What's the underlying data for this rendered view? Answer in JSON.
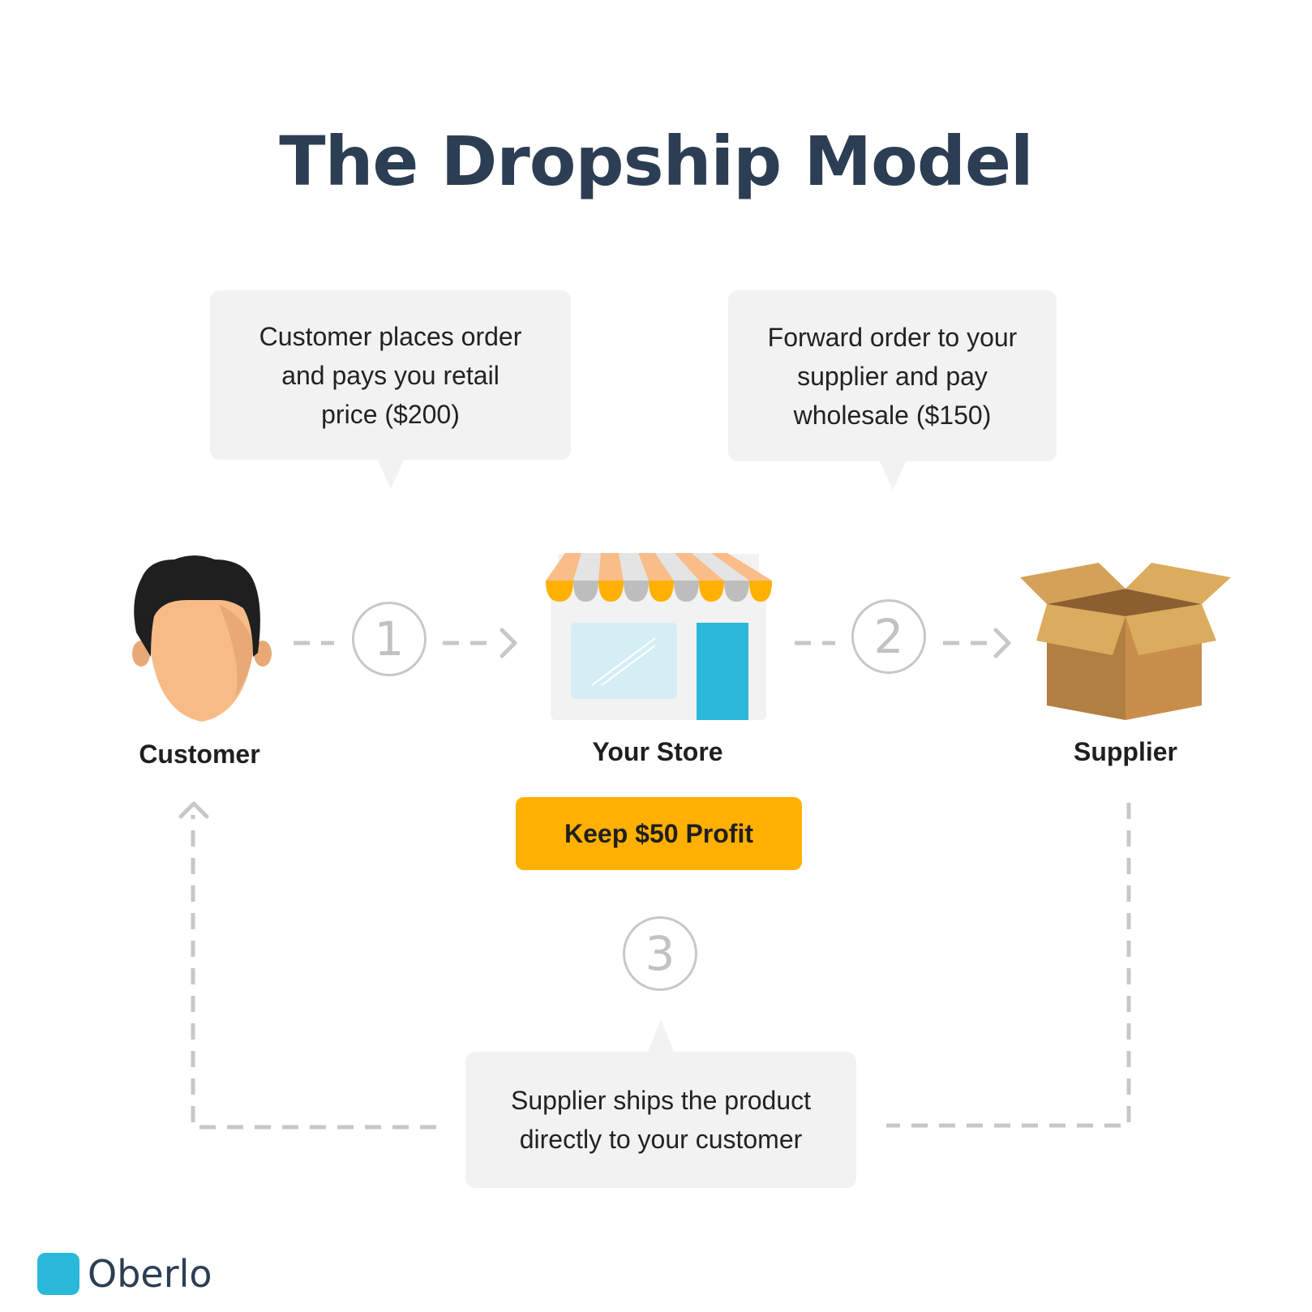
{
  "title": "The Dropship Model",
  "bubbles": {
    "step1": "Customer places order\nand pays you retail\nprice ($200)",
    "step2": "Forward order to your\nsupplier and pay\nwholesale ($150)",
    "step3": "Supplier ships the product\ndirectly to your customer"
  },
  "nodes": {
    "customer": "Customer",
    "store": "Your Store",
    "supplier": "Supplier"
  },
  "steps": [
    "1",
    "2",
    "3"
  ],
  "profit": "Keep $50 Profit",
  "brand": {
    "name": "Oberlo"
  },
  "colors": {
    "title": "#2c3e54",
    "bubble": "#f2f2f2",
    "profit": "#ffb000",
    "connector": "#c7c7c7",
    "brand": "#29b8d8"
  }
}
